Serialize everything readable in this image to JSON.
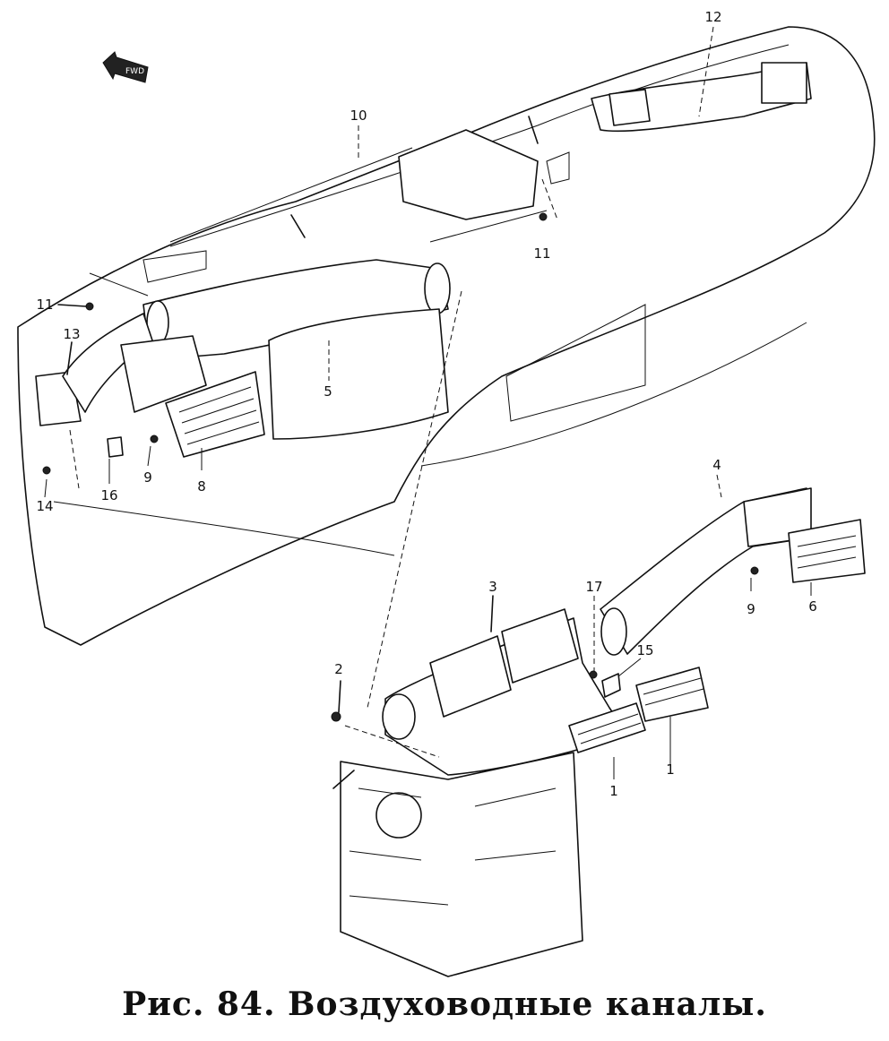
{
  "caption": "Рис. 84. Воздуховодные каналы.",
  "fwd_label": "FWD",
  "callouts": {
    "c1a": "1",
    "c1b": "1",
    "c2": "2",
    "c3": "3",
    "c4": "4",
    "c5": "5",
    "c6": "6",
    "c8": "8",
    "c9a": "9",
    "c9b": "9",
    "c10": "10",
    "c11a": "11",
    "c11b": "11",
    "c12": "12",
    "c13": "13",
    "c14": "14",
    "c15": "15",
    "c16": "16",
    "c17": "17"
  }
}
